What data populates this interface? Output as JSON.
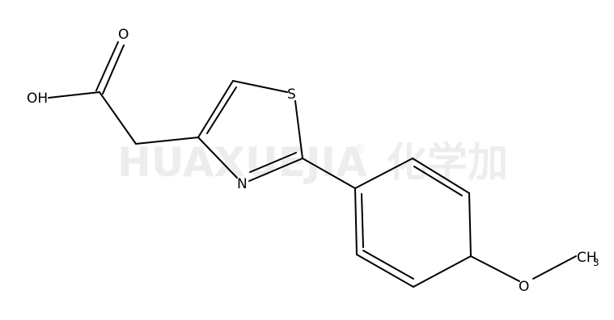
{
  "watermark": {
    "text": "HUAXUEJIA",
    "registered": "®",
    "chinese": "化学加"
  },
  "atoms": {
    "carbonyl_o": "O",
    "hydroxyl": "OH",
    "sulfur": "S",
    "nitrogen": "N",
    "methoxy_o": "O",
    "methyl": "CH",
    "methyl_sub": "3"
  },
  "colors": {
    "bond": "#000000",
    "watermark": "#ededed"
  }
}
